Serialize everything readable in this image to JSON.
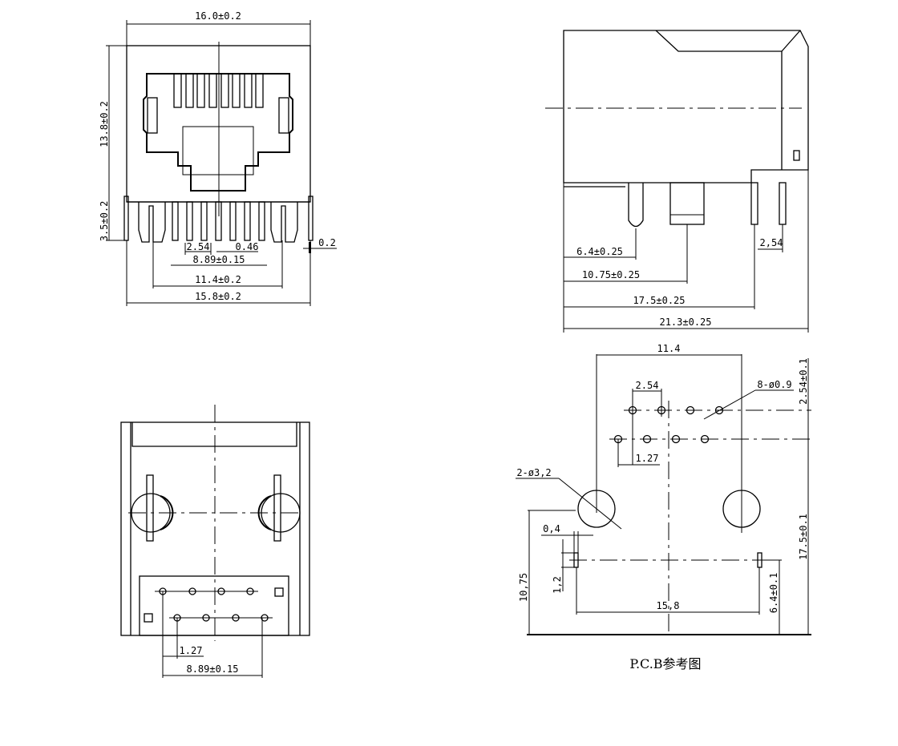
{
  "front_view": {
    "width_top": "16.0±0.2",
    "height_body": "13.8±0.2",
    "height_pins": "3.5±0.2",
    "pin_pitch": "2.54",
    "pin_width": "0.46",
    "pin_span": "8.89±0.15",
    "shield_pin_span": "11.4±0.2",
    "width_bottom": "15.8±0.2",
    "shell_thickness": "0.2"
  },
  "side_view": {
    "dim_peg": "6.4±0.25",
    "dim_post": "10.75±0.25",
    "dim_pins": "17.5±0.25",
    "dim_length": "21.3±0.25",
    "pin_pitch": "2,54"
  },
  "bottom_view": {
    "row_offset": "1.27",
    "pin_span": "8.89±0.15"
  },
  "pcb_layout": {
    "post_span": "11.4",
    "pin_pitch": "2.54",
    "pin_holes": "8-ø0.9",
    "row_spacing": "2.54±0.1",
    "row_offset": "1.27",
    "post_holes": "2-ø3,2",
    "shield_width": "0,4",
    "post_offset": "10,75",
    "shield_length": "1,2",
    "shield_span": "15,8",
    "total_depth": "17.5±0.1",
    "shield_offset": "6.4±0.1",
    "caption": "P.C.B参考图"
  }
}
